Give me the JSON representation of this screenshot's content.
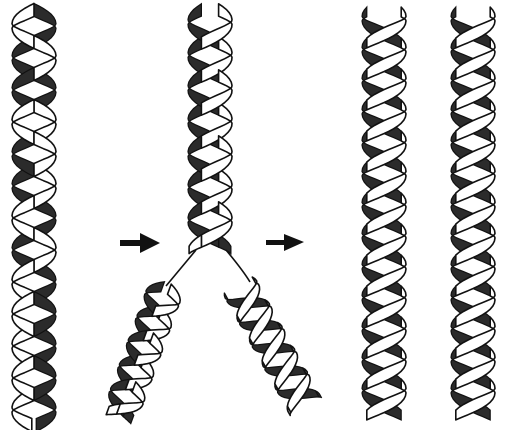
{
  "figure": {
    "panels": [
      {
        "id": "parent",
        "helix_count": 1
      },
      {
        "id": "unwinding",
        "helix_count": 1,
        "daughter_strands": 2
      },
      {
        "id": "daughters",
        "helix_count": 2
      }
    ],
    "arrows": [
      {
        "id": "arrow-into-replication",
        "direction": "right"
      },
      {
        "id": "arrow-to-products",
        "direction": "right"
      }
    ],
    "colors": {
      "ink": "#111111",
      "paper": "#ffffff",
      "shade": "#2b2b2b"
    }
  }
}
